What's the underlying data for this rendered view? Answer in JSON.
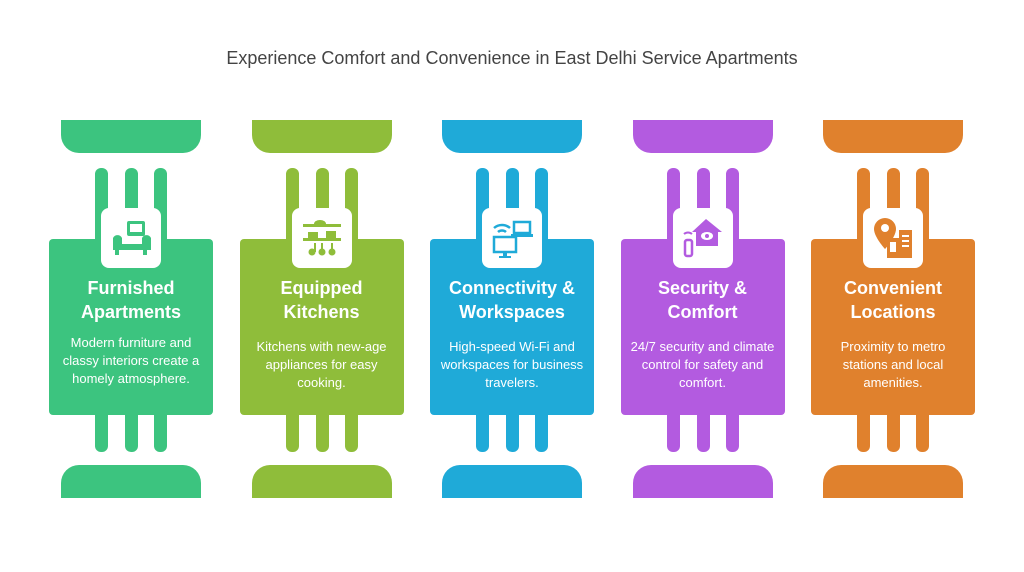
{
  "title": "Experience Comfort and Convenience in East Delhi Service Apartments",
  "cards": [
    {
      "heading1": "Furnished",
      "heading2": "Apartments",
      "description": "Modern furniture and classy interiors create a homely atmosphere.",
      "color": "#3cc47f",
      "icon": "sofa-icon"
    },
    {
      "heading1": "Equipped",
      "heading2": "Kitchens",
      "description": "Kitchens with new-age appliances for easy cooking.",
      "color": "#8fbd3a",
      "icon": "kitchen-shelf-icon"
    },
    {
      "heading1": "Connectivity &",
      "heading2": "Workspaces",
      "description": "High-speed Wi-Fi and workspaces for business travelers.",
      "color": "#1faad8",
      "icon": "wifi-laptop-icon"
    },
    {
      "heading1": "Security &",
      "heading2": "Comfort",
      "description": "24/7 security and climate control for safety and comfort.",
      "color": "#b35be0",
      "icon": "home-security-icon"
    },
    {
      "heading1": "Convenient",
      "heading2": "Locations",
      "description": "Proximity to metro stations and local amenities.",
      "color": "#e0812d",
      "icon": "location-building-icon"
    }
  ]
}
